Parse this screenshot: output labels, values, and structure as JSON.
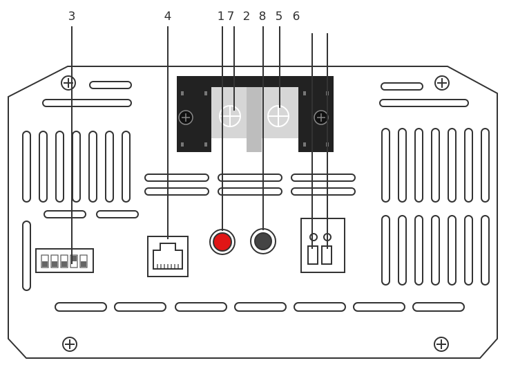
{
  "callouts": {
    "c3": "3",
    "c4": "4",
    "c1": "1",
    "c7": "7",
    "c2": "2",
    "c8": "8",
    "c5": "5",
    "c6": "6"
  },
  "colors": {
    "line": "#333333",
    "terminal_block": "#222222",
    "terminal_gray": "#d4d4d4",
    "positive_jack": "#e01616",
    "negative_jack": "#333333",
    "background": "#ffffff"
  },
  "icons": {
    "screw": "cross-screw-icon",
    "rj45": "rj45-port-icon",
    "dip": "dip-switch-icon"
  }
}
